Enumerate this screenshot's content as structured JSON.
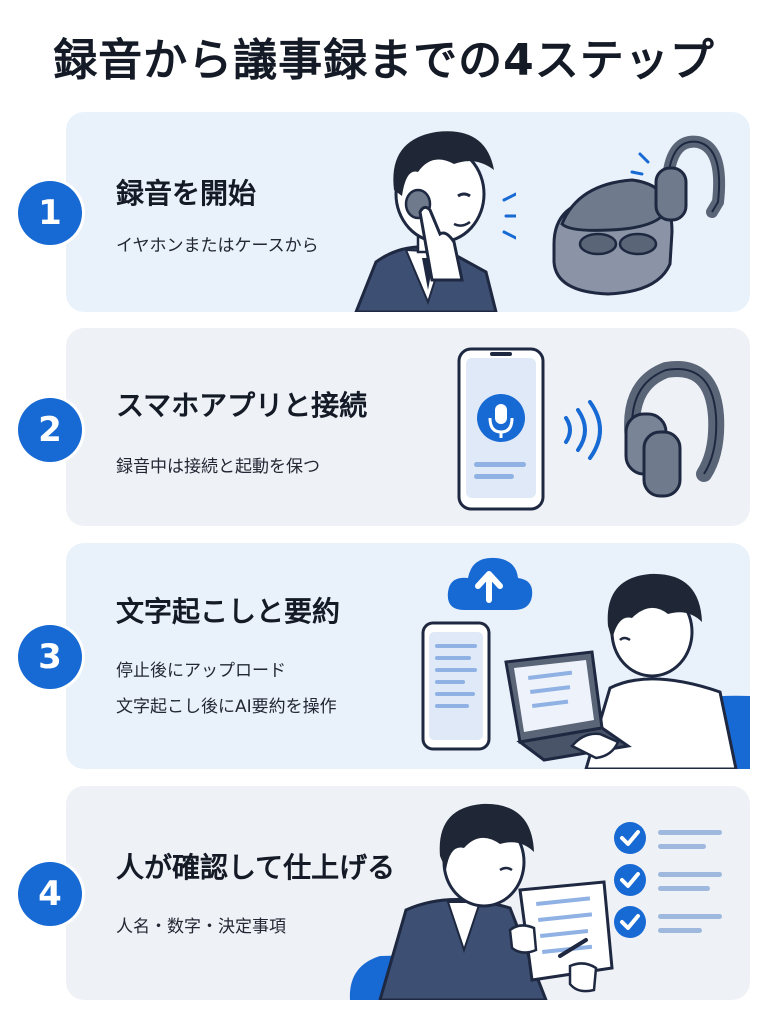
{
  "title": "録音から議事録までの4ステップ",
  "steps": [
    {
      "number": "1",
      "heading": "録音を開始",
      "detail_lines": [
        "イヤホンまたはケースから"
      ]
    },
    {
      "number": "2",
      "heading": "スマホアプリと接続",
      "detail_lines": [
        "録音中は接続と起動を保つ"
      ]
    },
    {
      "number": "3",
      "heading": "文字起こしと要約",
      "detail_lines": [
        "停止後にアップロード",
        "文字起こし後にAI要約を操作"
      ]
    },
    {
      "number": "4",
      "heading": "人が確認して仕上げる",
      "detail_lines": [
        "人名・数字・決定事項"
      ]
    }
  ],
  "colors": {
    "accent": "#1769d4",
    "card_blue": "#e9f1fb",
    "card_gray": "#eef1f6",
    "device_gray": "#6f7a8c",
    "navy": "#2f3f5e"
  },
  "icons": [
    "earbuds-icon",
    "microphone-icon",
    "wireless-signal-icon",
    "cloud-upload-icon",
    "laptop-icon",
    "checklist-icon"
  ]
}
